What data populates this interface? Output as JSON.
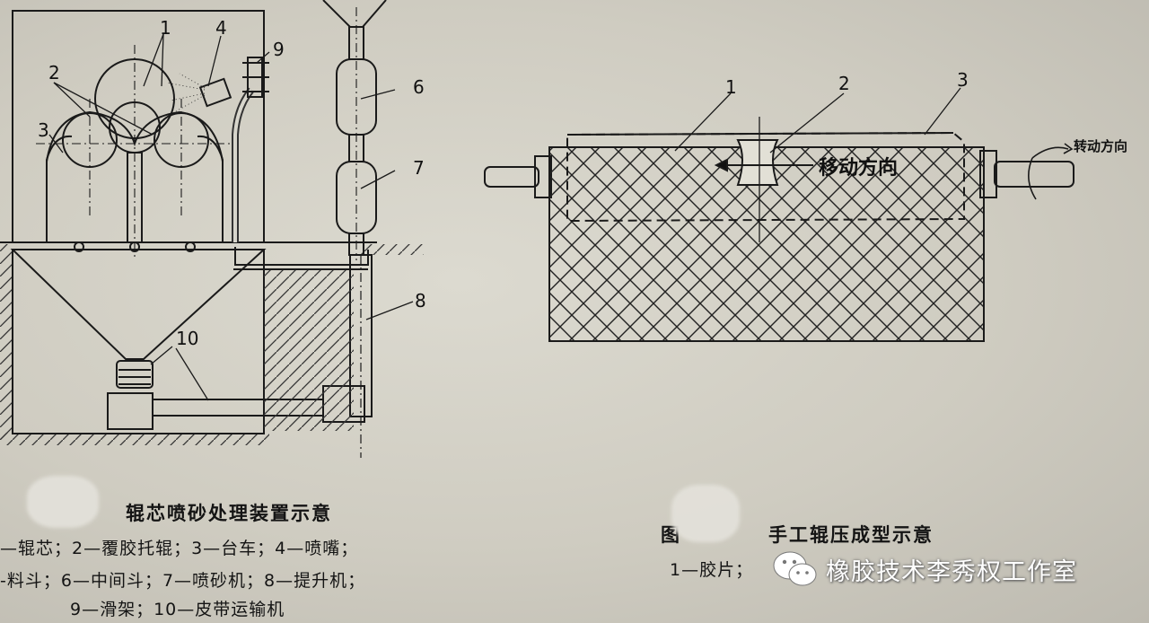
{
  "left_figure": {
    "callouts": [
      "1",
      "2",
      "3",
      "4",
      "6",
      "7",
      "8",
      "9",
      "10"
    ],
    "caption_title": "辊芯喷砂处理装置示意",
    "legend_lines": [
      "—辊芯；2—覆胶托辊；3—台车；4—喷嘴；",
      "-料斗；6—中间斗；7—喷砂机；8—提升机；",
      "9—滑架；10—皮带运输机"
    ]
  },
  "right_figure": {
    "callouts": [
      "1",
      "2",
      "3"
    ],
    "move_direction_label": "移动方向",
    "rotate_direction_label": "转动方向",
    "caption_prefix": "图",
    "caption_title": "手工辊压成型示意",
    "legend_line": "1—胶片；"
  },
  "watermark": {
    "icon": "wechat-icon",
    "text": "橡胶技术李秀权工作室"
  }
}
